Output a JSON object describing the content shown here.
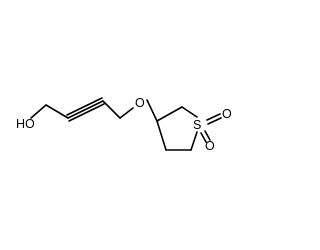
{
  "molecule": {
    "atoms": [
      {
        "id": "OH",
        "label": "HO"
      },
      {
        "id": "Oe",
        "label": "O"
      },
      {
        "id": "S",
        "label": "S"
      },
      {
        "id": "O1",
        "label": "O"
      },
      {
        "id": "O2",
        "label": "O"
      }
    ]
  }
}
